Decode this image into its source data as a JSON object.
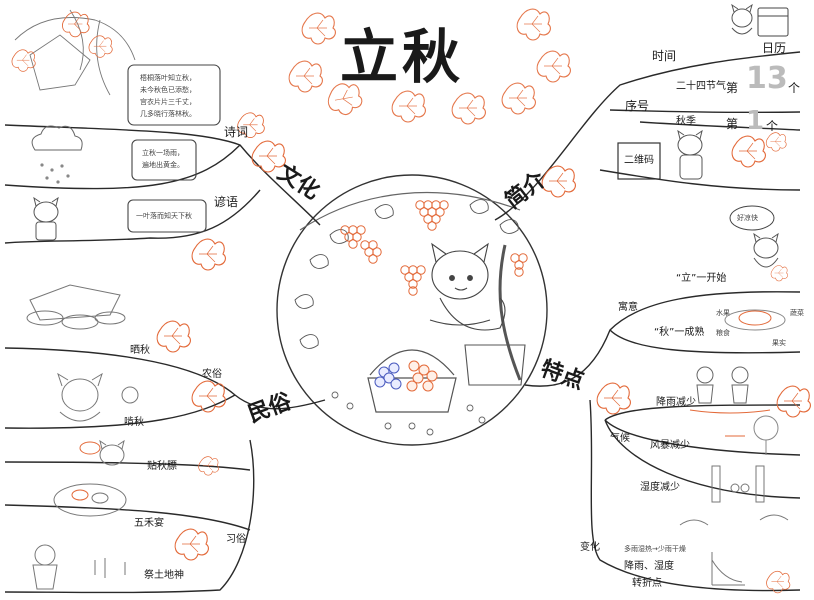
{
  "title": "立秋",
  "colors": {
    "ink": "#1a1a1a",
    "leaf": "#e36a3a",
    "grape": "#4a5bbf",
    "pencil": "#9a9a9a"
  },
  "intro": {
    "branch": "简介",
    "time": {
      "label": "时间",
      "value": "日历"
    },
    "order": {
      "label": "序号",
      "solar_term": {
        "label": "二十四节气",
        "prefix": "第",
        "number": "13",
        "unit": "个"
      },
      "autumn": {
        "label": "秋季",
        "prefix": "第",
        "number": "1",
        "unit": "个"
      }
    },
    "qr_label": "二维码"
  },
  "culture": {
    "branch": "文化",
    "poem": {
      "label": "诗词",
      "scroll_lines": [
        "梧桐落叶知立秋，",
        "未今秋色已添愁，",
        "宫衣片片三千丈，",
        "几多晓行落林秋。"
      ]
    },
    "proverb": {
      "label": "谚语",
      "scroll1": [
        "立秋一场雨，",
        "遍地出黄金。"
      ],
      "scroll2": "一叶落而知天下秋"
    }
  },
  "features": {
    "branch": "特点",
    "meaning": {
      "label": "寓意",
      "item1": "“立”一开始",
      "item2": "“秋”一成熟",
      "speech": "好凉快",
      "food_labels": [
        "水果",
        "蔬菜",
        "粮食",
        "果实"
      ]
    },
    "climate": {
      "label": "气候",
      "items": [
        "降雨减少",
        "风暴减少",
        "湿度减少"
      ]
    },
    "change": {
      "label": "变化",
      "note": "多雨湿热→少雨干燥",
      "turning_line1": "降雨、湿度",
      "turning_line2": "转折点"
    }
  },
  "customs": {
    "branch": "民俗",
    "agri": {
      "label": "农俗",
      "items": [
        "晒秋",
        "啃秋"
      ]
    },
    "habit": {
      "label": "习俗",
      "items": [
        "贴秋膘",
        "五禾宴",
        "祭土地神"
      ]
    }
  }
}
